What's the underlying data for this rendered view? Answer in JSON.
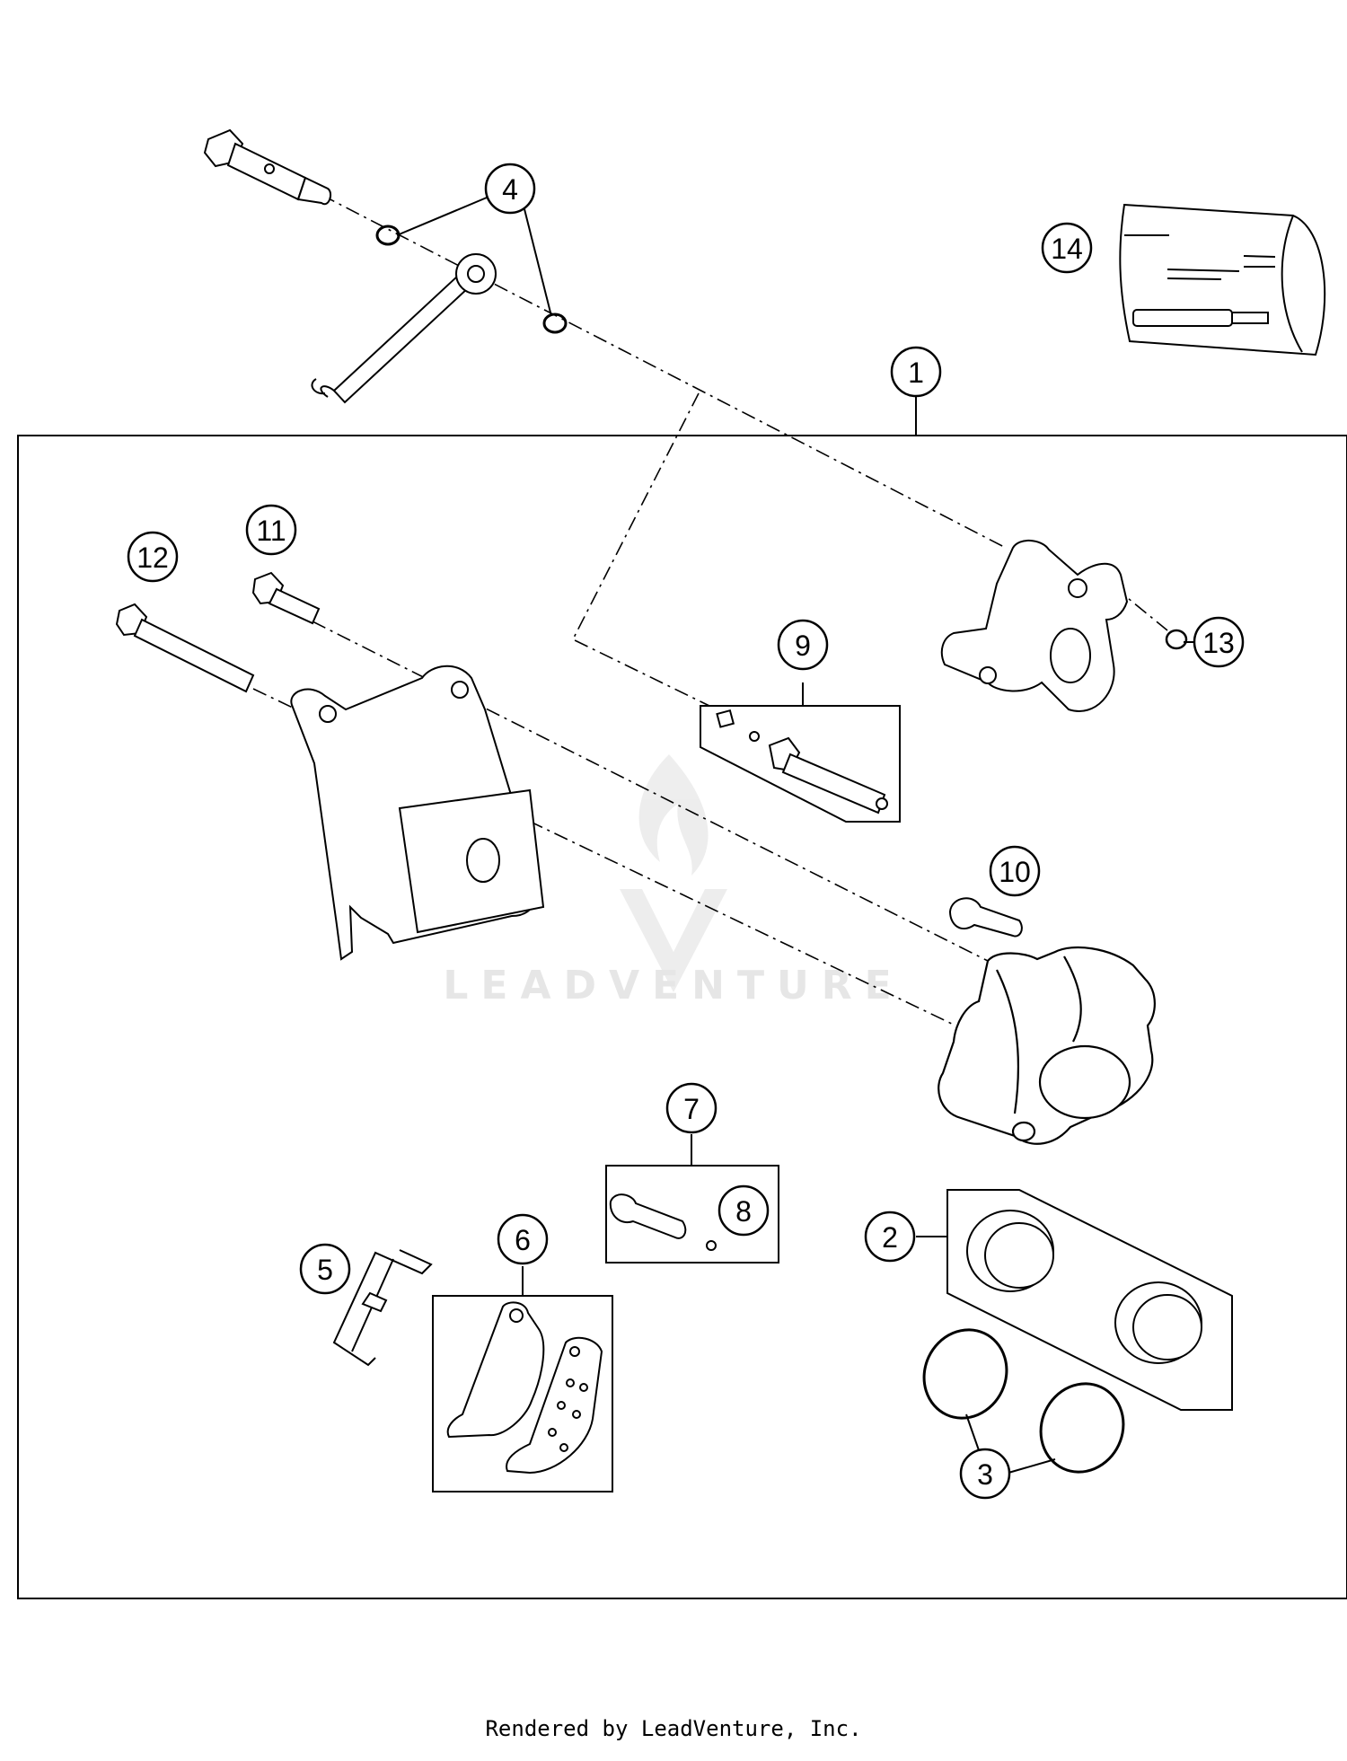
{
  "watermark": {
    "text": "LEADVENTURE"
  },
  "callouts": [
    {
      "id": "c1",
      "label": "1"
    },
    {
      "id": "c2",
      "label": "2"
    },
    {
      "id": "c3",
      "label": "3"
    },
    {
      "id": "c4",
      "label": "4"
    },
    {
      "id": "c5",
      "label": "5"
    },
    {
      "id": "c6",
      "label": "6"
    },
    {
      "id": "c7",
      "label": "7"
    },
    {
      "id": "c8",
      "label": "8"
    },
    {
      "id": "c9",
      "label": "9"
    },
    {
      "id": "c10",
      "label": "10"
    },
    {
      "id": "c11",
      "label": "11"
    },
    {
      "id": "c12",
      "label": "12"
    },
    {
      "id": "c13",
      "label": "13"
    },
    {
      "id": "c14",
      "label": "14"
    }
  ],
  "footer": {
    "text": "Rendered by LeadVenture, Inc."
  }
}
